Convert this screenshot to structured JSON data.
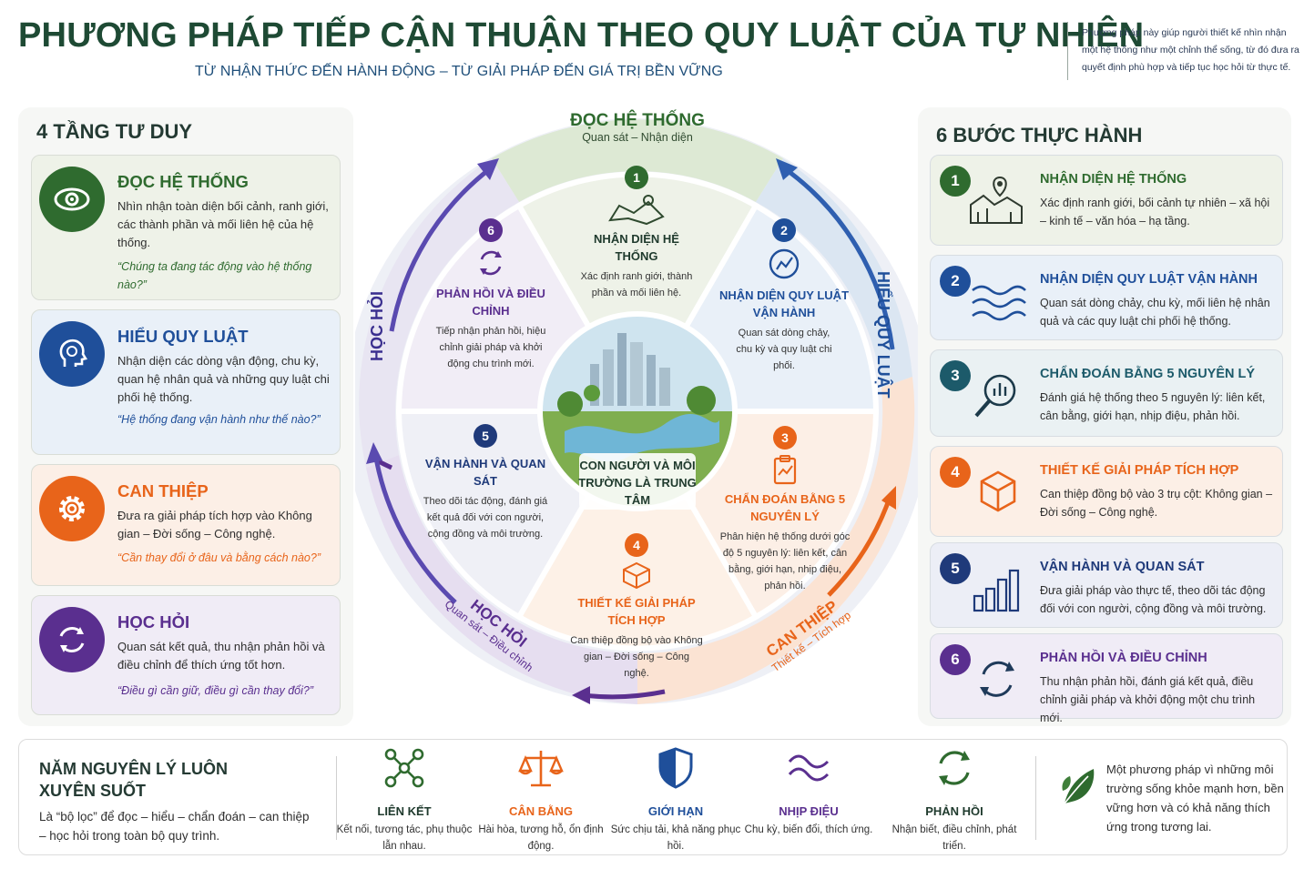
{
  "header": {
    "title": "PHƯƠNG PHÁP TIẾP CẬN THUẬN THEO QUY LUẬT CỦA TỰ NHIÊN",
    "subtitle": "TỪ NHẬN THỨC ĐẾN HÀNH ĐỘNG – TỪ GIẢI PHÁP ĐẾN GIÁ TRỊ BỀN VỮNG",
    "note": "Phương pháp này giúp người thiết kế nhìn nhận một hệ thống như một chỉnh thể sống, từ đó đưa ra quyết định phù hợp và tiếp tục học hỏi từ thực tế."
  },
  "left": {
    "title": "4 TẦNG TƯ DUY",
    "cards": [
      {
        "title": "ĐỌC HỆ THỐNG",
        "desc": "Nhìn nhận toàn diện bối cảnh, ranh giới, các thành phần và mối liên hệ của hệ thống.",
        "quote": "“Chúng ta đang tác động vào hệ thống nào?”",
        "color": "#2f6b2f",
        "icon": "eye-icon"
      },
      {
        "title": "HIỂU QUY LUẬT",
        "desc": "Nhận diện các dòng vận động, chu kỳ, quan hệ nhân quả và những quy luật chi phối hệ thống.",
        "quote": "“Hệ thống đang vận hành như thế nào?”",
        "color": "#1f4f9a",
        "icon": "brain-head-icon"
      },
      {
        "title": "CAN THIỆP",
        "desc": "Đưa ra giải pháp tích hợp vào Không gian – Đời sống – Công nghệ.",
        "quote": "“Cần thay đổi ở đâu và bằng cách nào?”",
        "color": "#e8641a",
        "icon": "gear-icon"
      },
      {
        "title": "HỌC HỎI",
        "desc": "Quan sát kết quả, thu nhận phản hồi và điều chỉnh để thích ứng tốt hơn.",
        "quote": "“Điều gì cần giữ, điều gì cần thay đổi?”",
        "color": "#5a2f8f",
        "icon": "cycle-icon"
      }
    ]
  },
  "wheel": {
    "outer": {
      "top_title": "ĐỌC HỆ THỐNG",
      "top_sub": "Quan sát – Nhận diện",
      "right_title": "HIỂU QUY LUẬT",
      "left_title": "HỌC HỎI",
      "bl_title": "HỌC HỎI",
      "bl_sub": "Quan sát – Điều chỉnh",
      "br_title": "CAN THIỆP",
      "br_sub": "Thiết kế – Tích hợp"
    },
    "segments": [
      {
        "num": "1",
        "title": "NHẬN DIỆN HỆ THỐNG",
        "desc": "Xác định ranh giới, thành phần và mối liên hệ.",
        "color": "#2f6b2f"
      },
      {
        "num": "2",
        "title": "NHẬN DIỆN QUY LUẬT VẬN HÀNH",
        "desc": "Quan sát dòng chảy, chu kỳ và quy luật chi phối.",
        "color": "#1f4f9a"
      },
      {
        "num": "3",
        "title": "CHẨN ĐOÁN BẰNG 5 NGUYÊN LÝ",
        "desc": "Phân hiện hệ thống dưới góc độ 5 nguyên lý: liên kết, cân bằng, giới hạn, nhịp điệu, phản hồi.",
        "color": "#e8641a"
      },
      {
        "num": "4",
        "title": "THIẾT KẾ GIẢI PHÁP TÍCH HỢP",
        "desc": "Can thiệp đồng bộ vào Không gian – Đời sống – Công nghệ.",
        "color": "#e8641a"
      },
      {
        "num": "5",
        "title": "VẬN HÀNH VÀ QUAN SÁT",
        "desc": "Theo dõi tác động, đánh giá kết quả đối với con người, cộng đồng và môi trường.",
        "color": "#1f3a7a"
      },
      {
        "num": "6",
        "title": "PHẢN HỒI VÀ ĐIỀU CHỈNH",
        "desc": "Tiếp nhận phản hồi, hiệu chỉnh giải pháp và khởi động chu trình mới.",
        "color": "#5a2f8f"
      }
    ],
    "center": "CON NGƯỜI VÀ MÔI TRƯỜNG LÀ TRUNG TÂM"
  },
  "right": {
    "title": "6 BƯỚC THỰC HÀNH",
    "cards": [
      {
        "num": "1",
        "title": "NHẬN DIỆN HỆ THỐNG",
        "desc": "Xác định ranh giới, bối cảnh tự nhiên – xã hội – kinh tế – văn hóa – hạ tầng.",
        "color": "#2f6b2f",
        "bg": "#eef2e8",
        "icon": "map-pin-icon"
      },
      {
        "num": "2",
        "title": "NHẬN DIỆN QUY LUẬT VẬN HÀNH",
        "desc": "Quan sát dòng chảy, chu kỳ, mối liên hệ nhân quả và các quy luật chi phối hệ thống.",
        "color": "#1f4f9a",
        "bg": "#e9f0f8",
        "icon": "waves-icon"
      },
      {
        "num": "3",
        "title": "CHẨN ĐOÁN BẰNG 5 NGUYÊN LÝ",
        "desc": "Đánh giá hệ thống theo 5 nguyên lý: liên kết, cân bằng, giới hạn, nhịp điệu, phản hồi.",
        "color": "#1c5a6a",
        "bg": "#eaf1f3",
        "icon": "magnifier-icon"
      },
      {
        "num": "4",
        "title": "THIẾT KẾ GIẢI PHÁP TÍCH HỢP",
        "desc": "Can thiệp đồng bộ vào 3 trụ cột: Không gian – Đời sống – Công nghệ.",
        "color": "#e8641a",
        "bg": "#fcefe6",
        "icon": "cube-icon"
      },
      {
        "num": "5",
        "title": "VẬN HÀNH VÀ QUAN SÁT",
        "desc": "Đưa giải pháp vào thực tế, theo dõi tác động đối với con người, cộng đồng và môi trường.",
        "color": "#1f3a7a",
        "bg": "#eceef6",
        "icon": "bar-chart-icon"
      },
      {
        "num": "6",
        "title": "PHẢN HỒI VÀ ĐIỀU CHỈNH",
        "desc": "Thu nhận phản hồi, đánh giá kết quả, điều chỉnh giải pháp và khởi động một chu trình mới.",
        "color": "#5a2f8f",
        "bg": "#f0ecf6",
        "icon": "cycle-icon"
      }
    ]
  },
  "bottom": {
    "title": "NĂM NGUYÊN LÝ LUÔN XUYÊN SUỐT",
    "desc": "Là “bộ lọc” để đọc – hiểu – chẩn đoán – can thiệp – học hỏi trong toàn bộ quy trình.",
    "principles": [
      {
        "title": "LIÊN KẾT",
        "desc": "Kết nối, tương tác, phụ thuộc lẫn nhau.",
        "color": "#2f6b2f",
        "icon": "network-icon"
      },
      {
        "title": "CÂN BẰNG",
        "desc": "Hài hòa, tương hỗ, ổn định động.",
        "color": "#e8641a",
        "icon": "scale-icon"
      },
      {
        "title": "GIỚI HẠN",
        "desc": "Sức chịu tải, khả năng phục hồi.",
        "color": "#1f4f9a",
        "icon": "shield-icon"
      },
      {
        "title": "NHỊP ĐIỆU",
        "desc": "Chu kỳ, biến đổi, thích ứng.",
        "color": "#5a2f8f",
        "icon": "rhythm-icon"
      },
      {
        "title": "PHẢN HỒI",
        "desc": "Nhận biết, điều chỉnh, phát triển.",
        "color": "#2f6b2f",
        "icon": "refresh-icon"
      }
    ],
    "note": "Một phương pháp vì những môi trường sống khỏe mạnh hơn, bền vững hơn và có khả năng thích ứng trong tương lai.",
    "note_icon": "leaf-icon"
  }
}
